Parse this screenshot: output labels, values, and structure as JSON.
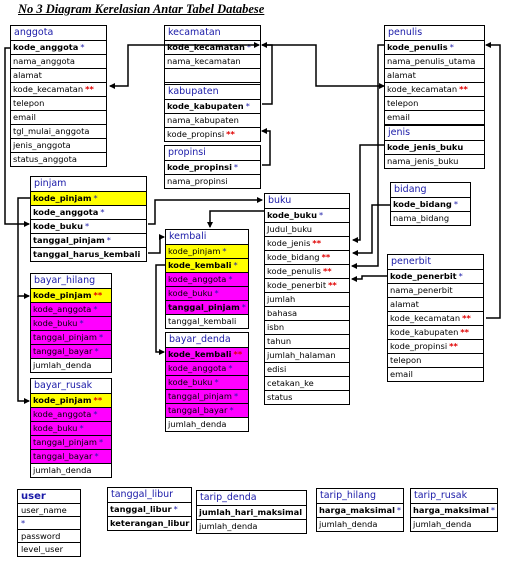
{
  "title": "No 3 Diagram Kerelasian Antar Tabel Databese",
  "pk_mark": "*",
  "fk_mark": "**",
  "tables": {
    "anggota": {
      "name": "anggota",
      "fields": [
        {
          "label": "kode_anggota",
          "mark": "*",
          "pk": true
        },
        {
          "label": "nama_anggota"
        },
        {
          "label": "alamat"
        },
        {
          "label": "kode_kecamatan",
          "mark": "**"
        },
        {
          "label": "telepon"
        },
        {
          "label": "email"
        },
        {
          "label": "tgl_mulai_anggota"
        },
        {
          "label": "jenis_anggota"
        },
        {
          "label": "status_anggota"
        }
      ]
    },
    "kecamatan": {
      "name": "kecamatan",
      "fields": [
        {
          "label": "kode_kecamatan",
          "mark": "*",
          "pk": true
        },
        {
          "label": "nama_kecamatan"
        },
        {
          "label": ""
        },
        {
          "label": ""
        }
      ]
    },
    "kabupaten": {
      "name": "kabupaten",
      "fields": [
        {
          "label": "kode_kabupaten",
          "mark": "*",
          "pk": true
        },
        {
          "label": "nama_kabupaten"
        },
        {
          "label": "kode_propinsi",
          "mark": "**"
        }
      ]
    },
    "propinsi": {
      "name": "propinsi",
      "fields": [
        {
          "label": "kode_propinsi",
          "mark": "*",
          "pk": true
        },
        {
          "label": "nama_propinsi"
        }
      ]
    },
    "penulis": {
      "name": "penulis",
      "fields": [
        {
          "label": "kode_penulis",
          "mark": "*",
          "pk": true
        },
        {
          "label": "nama_penulis_utama"
        },
        {
          "label": "alamat"
        },
        {
          "label": "kode_kecamatan",
          "mark": "**"
        },
        {
          "label": "telepon"
        },
        {
          "label": "email"
        }
      ]
    },
    "jenis": {
      "name": "jenis",
      "fields": [
        {
          "label": "kode_jenis_buku",
          "pk": true
        },
        {
          "label": "nama_jenis_buku"
        }
      ]
    },
    "bidang": {
      "name": "bidang",
      "fields": [
        {
          "label": "kode_bidang",
          "mark": "*",
          "pk": true
        },
        {
          "label": "nama_bidang"
        }
      ]
    },
    "pinjam": {
      "name": "pinjam",
      "fields": [
        {
          "label": "kode_pinjam",
          "mark": "*",
          "pk": true,
          "hl": "y"
        },
        {
          "label": "kode_anggota",
          "mark": "*",
          "pk": true
        },
        {
          "label": "kode_buku",
          "mark": "*",
          "pk": true
        },
        {
          "label": "tanggal_pinjam",
          "mark": "*",
          "pk": true
        },
        {
          "label": "tanggal_harus_kembali",
          "pk": true
        }
      ]
    },
    "bayar_hilang": {
      "name": "bayar_hilang",
      "fields": [
        {
          "label": "kode_pinjam",
          "mark": "**",
          "pk": true,
          "hl": "y"
        },
        {
          "label": "kode_anggota",
          "mark": "*",
          "hl": "m"
        },
        {
          "label": "kode_buku",
          "mark": "*",
          "hl": "m"
        },
        {
          "label": "tanggal_pinjam",
          "mark": "*",
          "hl": "m"
        },
        {
          "label": "tanggal_bayar",
          "mark": "*",
          "hl": "m"
        },
        {
          "label": "jumlah_denda"
        }
      ]
    },
    "bayar_rusak": {
      "name": "bayar_rusak",
      "fields": [
        {
          "label": "kode_pinjam",
          "mark": "**",
          "pk": true,
          "hl": "y"
        },
        {
          "label": "kode_anggota",
          "mark": "*",
          "hl": "m"
        },
        {
          "label": "kode_buku",
          "mark": "*",
          "hl": "m"
        },
        {
          "label": "tanggal_pinjam",
          "mark": "*",
          "hl": "m"
        },
        {
          "label": "tanggal_bayar",
          "mark": "*",
          "hl": "m"
        },
        {
          "label": "jumlah_denda"
        }
      ]
    },
    "kembali": {
      "name": "kembali",
      "fields": [
        {
          "label": "kode_pinjam",
          "mark": "*",
          "hl": "y"
        },
        {
          "label": "kode_kembali",
          "mark": "*",
          "pk": true,
          "hl": "y"
        },
        {
          "label": "kode_anggota",
          "mark": "*",
          "hl": "m"
        },
        {
          "label": "kode_buku",
          "mark": "*",
          "hl": "m"
        },
        {
          "label": "tanggal_pinjam",
          "mark": "*",
          "pk": true,
          "hl": "m"
        },
        {
          "label": "tanggal_kembali"
        }
      ]
    },
    "bayar_denda": {
      "name": "bayar_denda",
      "fields": [
        {
          "label": "kode_kembali",
          "mark": "**",
          "pk": true,
          "hl": "m"
        },
        {
          "label": "kode_anggota",
          "mark": "*",
          "hl": "m"
        },
        {
          "label": "kode_buku",
          "mark": "*",
          "hl": "m"
        },
        {
          "label": "tanggal_pinjam",
          "mark": "*",
          "hl": "m"
        },
        {
          "label": "tanggal_bayar",
          "mark": "*",
          "hl": "m"
        },
        {
          "label": "jumlah_denda"
        }
      ]
    },
    "buku": {
      "name": "buku",
      "fields": [
        {
          "label": "kode_buku",
          "mark": "*",
          "pk": true
        },
        {
          "label": "Judul_buku"
        },
        {
          "label": "kode_jenis",
          "mark": "**"
        },
        {
          "label": "kode_bidang",
          "mark": "**"
        },
        {
          "label": "kode_penulis",
          "mark": "**"
        },
        {
          "label": "kode_penerbit",
          "mark": "**"
        },
        {
          "label": "jumlah"
        },
        {
          "label": "bahasa"
        },
        {
          "label": "isbn"
        },
        {
          "label": "tahun"
        },
        {
          "label": "jumlah_halaman"
        },
        {
          "label": "edisi"
        },
        {
          "label": "cetakan_ke"
        },
        {
          "label": "status"
        }
      ]
    },
    "penerbit": {
      "name": "penerbit",
      "fields": [
        {
          "label": "kode_penerbit",
          "mark": "*",
          "pk": true
        },
        {
          "label": "nama_penerbit"
        },
        {
          "label": "alamat"
        },
        {
          "label": "kode_kecamatan",
          "mark": "**"
        },
        {
          "label": "kode_kabupaten",
          "mark": "**"
        },
        {
          "label": "kode_propinsi",
          "mark": "**"
        },
        {
          "label": "telepon"
        },
        {
          "label": "email"
        }
      ]
    },
    "tanggal_libur": {
      "name": "tanggal_libur",
      "fields": [
        {
          "label": "tanggal_libur",
          "mark": "*",
          "pk": true
        },
        {
          "label": "keterangan_libur",
          "pk": true
        }
      ]
    },
    "tarip_denda": {
      "name": "tarip_denda",
      "fields": [
        {
          "label": "jumlah_hari_maksimal",
          "pk": true
        },
        {
          "label": "jumlah_denda"
        }
      ]
    },
    "tarip_hilang": {
      "name": "tarip_hilang",
      "fields": [
        {
          "label": "harga_maksimal",
          "mark": "*",
          "pk": true
        },
        {
          "label": "jumlah_denda"
        }
      ]
    },
    "tarip_rusak": {
      "name": "tarip_rusak",
      "fields": [
        {
          "label": "harga_maksimal",
          "mark": "*",
          "pk": true
        },
        {
          "label": "jumlah_denda"
        }
      ]
    }
  },
  "user": {
    "name": "user",
    "fields": [
      {
        "label": "user_name"
      },
      {
        "label": "*",
        "mark_only": true
      },
      {
        "label": "password"
      },
      {
        "label": "level_user"
      }
    ]
  },
  "colors": {
    "header_text": "#1a1aa8",
    "pk_mark": "#1a1aa8",
    "fk_mark": "#e00000",
    "highlight_yellow": "#ffff00",
    "highlight_magenta": "#ff00ff"
  }
}
